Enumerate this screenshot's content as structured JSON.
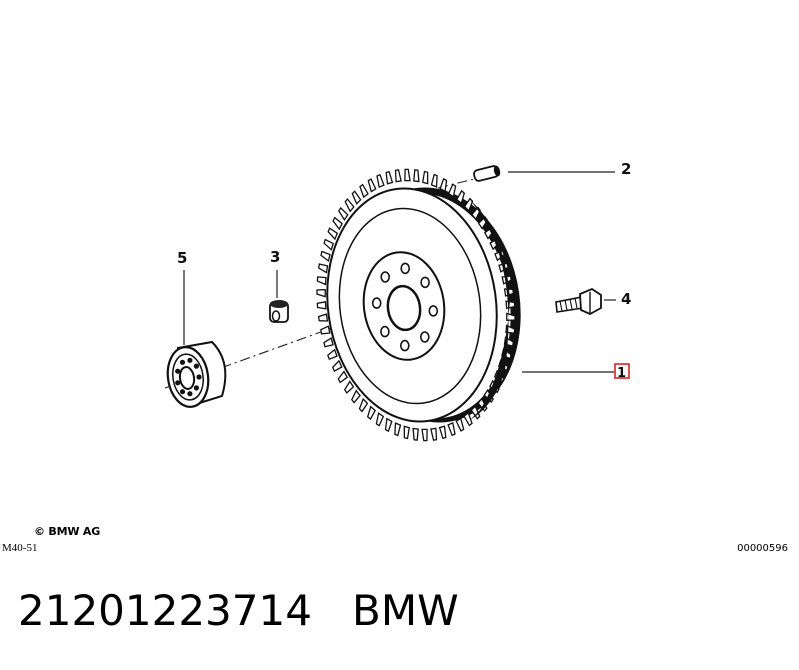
{
  "diagram": {
    "callouts": {
      "part_1": "1",
      "part_2": "2",
      "part_3": "3",
      "part_4": "4",
      "part_5": "5"
    },
    "highlight_color": "#e02020"
  },
  "copyright": "© BMW AG",
  "model_code": "M40-51",
  "image_number": "00000596",
  "footer": {
    "part_number": "21201223714",
    "brand": "BMW"
  }
}
